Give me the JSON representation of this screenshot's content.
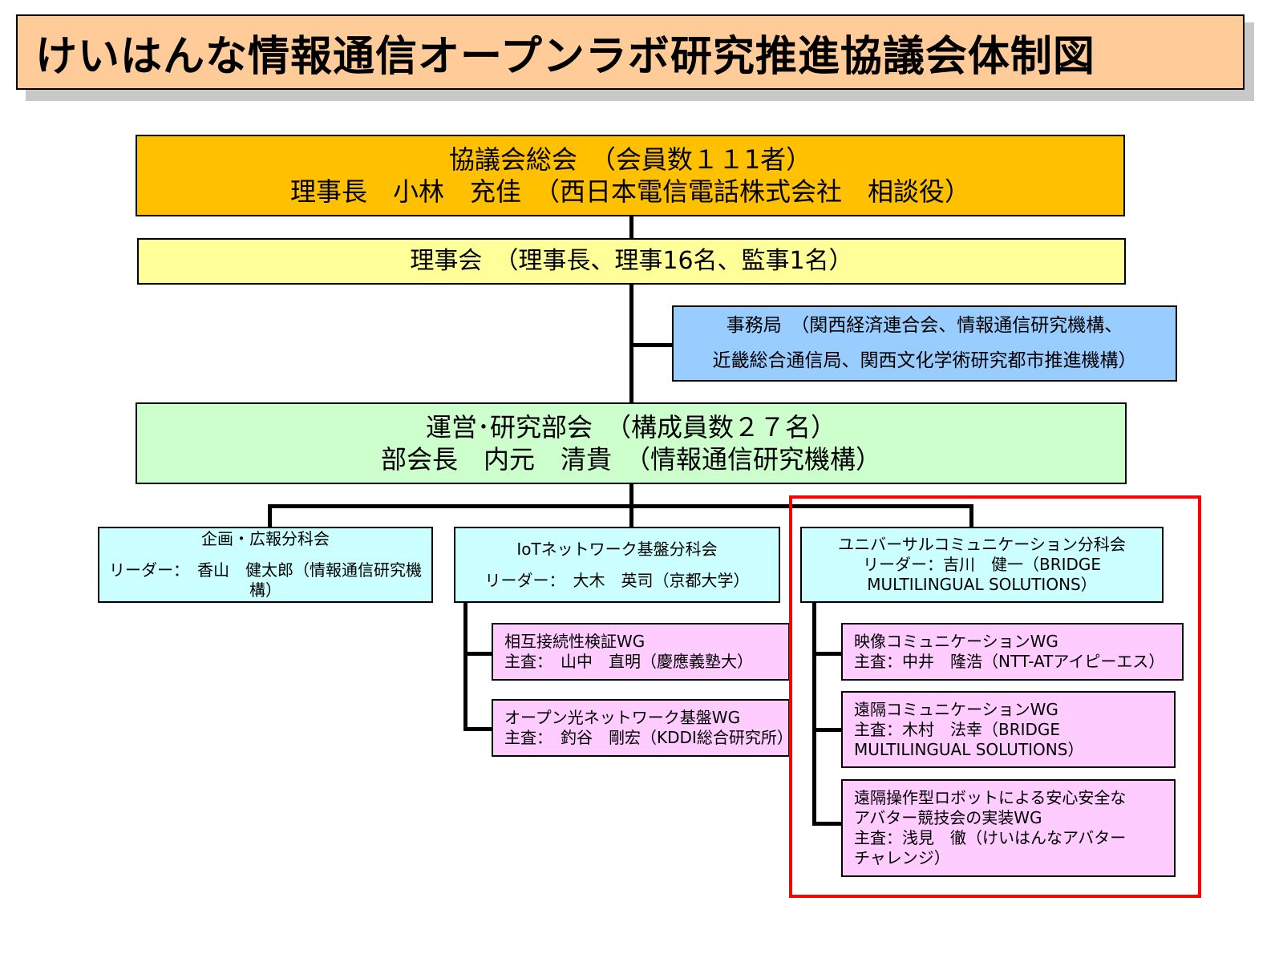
{
  "title": "けいはんな情報通信オープンラボ研究推進協議会体制図",
  "general_assembly": {
    "line1": "協議会総会　（会員数１１1者）",
    "line2": "理事長　小林　充佳　（西日本電信電話株式会社　相談役）"
  },
  "board": {
    "line1": "理事会　（理事長、理事16名、監事1名）"
  },
  "secretariat": {
    "line1": "事務局　（関西経済連合会、情報通信研究機構、",
    "line2": "近畿総合通信局、関西文化学術研究都市推進機構）"
  },
  "steering_committee": {
    "line1": "運営･研究部会　（構成員数２７名）",
    "line2": "部会長　内元　清貴　（情報通信研究機構）"
  },
  "subcommittees": [
    {
      "name": "企画・広報分科会",
      "leader": "リーダー：　香山　健太郎（情報通信研究機構）"
    },
    {
      "name": "IoTネットワーク基盤分科会",
      "leader": "リーダー：　大木　英司（京都大学）"
    },
    {
      "name": "ユニバーサルコミュニケーション分科会",
      "leader_line1": "リーダー：吉川　健一（BRIDGE",
      "leader_line2": "MULTILINGUAL SOLUTIONS）"
    }
  ],
  "iot_wgs": [
    {
      "name": "相互接続性検証WG",
      "chair": "主査：　山中　直明（慶應義塾大）"
    },
    {
      "name": "オープン光ネットワーク基盤WG",
      "chair": "主査：　釣谷　剛宏（KDDI総合研究所）"
    }
  ],
  "uc_wgs": [
    {
      "name": "映像コミュニケーションWG",
      "chair": "主査：中井　隆浩（NTT-ATアイピーエス）"
    },
    {
      "name": "遠隔コミュニケーションWG",
      "chair_line1": "主査：木村　法幸（BRIDGE",
      "chair_line2": "MULTILINGUAL SOLUTIONS）"
    },
    {
      "name_line1": "遠隔操作型ロボットによる安心安全な",
      "name_line2": "アバター競技会の実装WG",
      "chair_line1": "主査：浅見　徹（けいはんなアバター",
      "chair_line2": "チャレンジ）"
    }
  ],
  "colors": {
    "title_bg": "#ffcc99",
    "assembly_bg": "#ffc000",
    "board_bg": "#ffff99",
    "secretariat_bg": "#99ccff",
    "committee_bg": "#ccffcc",
    "subcommittee_bg": "#ccffff",
    "wg_bg": "#ffccff",
    "highlight_frame": "#ff0000"
  }
}
